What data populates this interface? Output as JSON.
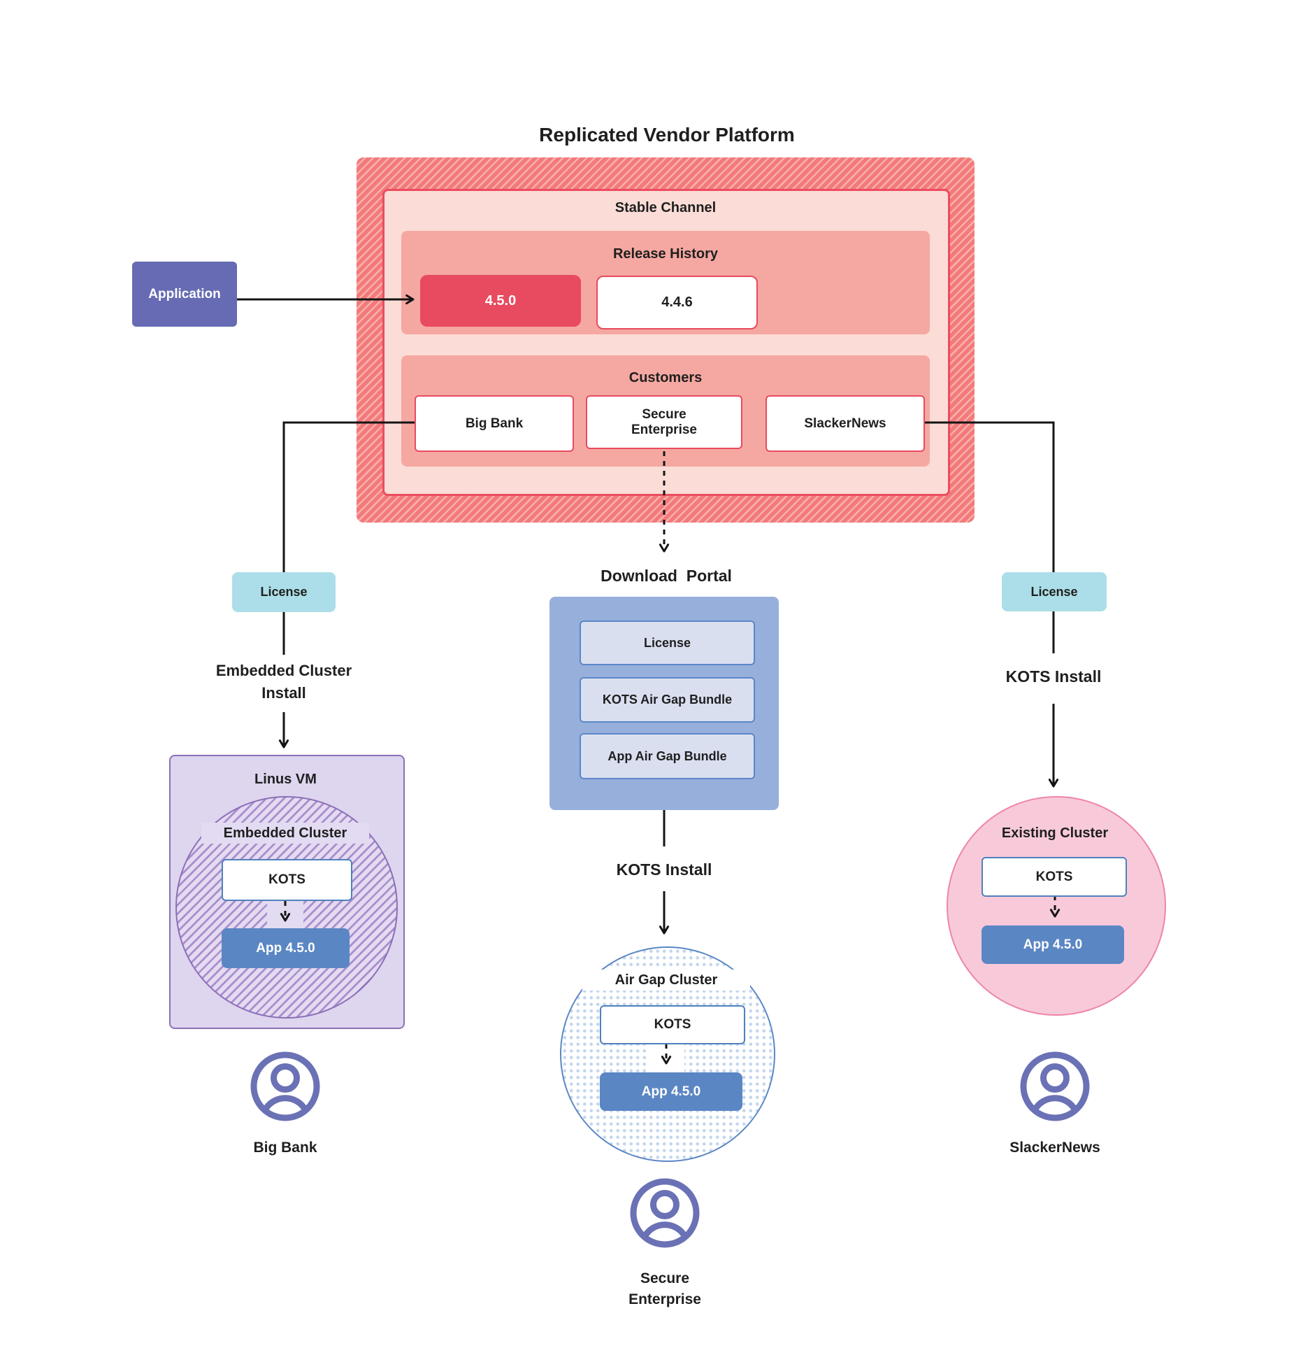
{
  "title": "Replicated Vendor Platform",
  "application": {
    "label": "Application"
  },
  "vendor_platform": {
    "stable_channel_label": "Stable Channel",
    "release_history_label": "Release History",
    "releases": [
      {
        "version": "4.5.0",
        "state": "current"
      },
      {
        "version": "4.4.6",
        "state": "previous"
      }
    ],
    "customers_label": "Customers",
    "customers": [
      "Big Bank",
      "Secure Enterprise",
      "SlackerNews"
    ]
  },
  "left_flow": {
    "license_label": "License",
    "install_label": "Embedded Cluster\nInstall",
    "vm_label": "Linus VM",
    "cluster_label": "Embedded Cluster",
    "kots_label": "KOTS",
    "app_label": "App 4.5.0",
    "user_label": "Big Bank",
    "user_icon": "user-circle-icon"
  },
  "center_flow": {
    "portal_label": "Download  Portal",
    "portal_items": [
      "License",
      "KOTS Air Gap Bundle",
      "App Air Gap Bundle"
    ],
    "install_label": "KOTS Install",
    "cluster_label": "Air Gap Cluster",
    "kots_label": "KOTS",
    "app_label": "App 4.5.0",
    "user_label": "Secure\nEnterprise",
    "user_icon": "user-circle-icon"
  },
  "right_flow": {
    "license_label": "License",
    "install_label": "KOTS Install",
    "cluster_label": "Existing Cluster",
    "kots_label": "KOTS",
    "app_label": "App 4.5.0",
    "user_label": "SlackerNews",
    "user_icon": "user-circle-icon"
  },
  "colors": {
    "accent_red": "#e84a5f",
    "hatch_red_base": "#f3797a",
    "hatch_red_stripe": "#f8aeab",
    "panel_light_pink": "#fbdcd6",
    "panel_salmon": "#f5a8a1",
    "application_purple": "#666bb3",
    "license_teal": "#abdee8",
    "portal_blue": "#97afdb",
    "portal_item_fill": "#dadff0",
    "portal_item_border": "#5b87c8",
    "app_blue": "#5b86c4",
    "kots_border_blue": "#4f81bd",
    "vm_lavender": "#ded5ee",
    "vm_border_purple": "#8b6fb8",
    "hatch_purple_stripe": "#aa8ecd",
    "existing_cluster_pink": "#f8cad9",
    "existing_cluster_border": "#ee85a9",
    "airgap_dot_blue": "#c3d6ee",
    "user_icon_purple": "#6a71b5",
    "connector_black": "#141414"
  }
}
